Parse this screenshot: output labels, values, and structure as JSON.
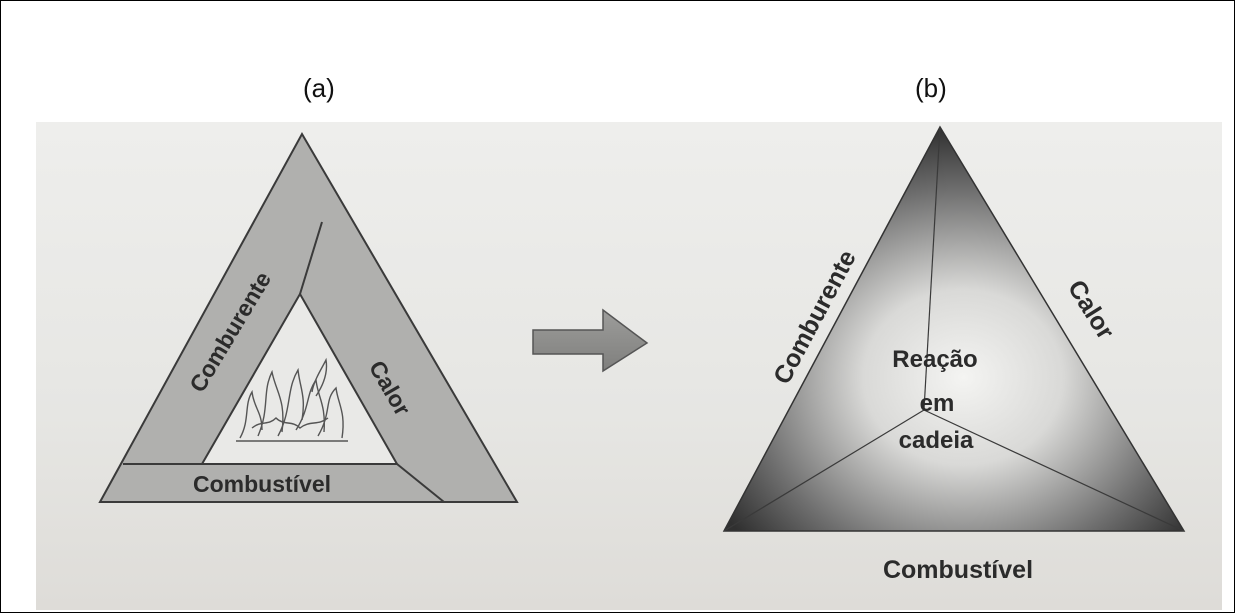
{
  "captions": {
    "a": "(a)",
    "b": "(b)"
  },
  "triangle_a": {
    "left_side": "Comburente",
    "right_side": "Calor",
    "bottom_side": "Combustível",
    "center_icon": "flame-icon"
  },
  "arrow_icon": "right-arrow-icon",
  "triangle_b": {
    "left_face": "Comburente",
    "right_face": "Calor",
    "bottom_face": "Combustível",
    "center_line1": "Reação",
    "center_line2": "em",
    "center_line3": "cadeia"
  },
  "colors": {
    "triangle_a_fill": "#b0b0ae",
    "triangle_a_inner": "#e9e9e7",
    "triangle_b_dark": "#2e2e2e",
    "triangle_b_light": "#f2f2f0"
  }
}
